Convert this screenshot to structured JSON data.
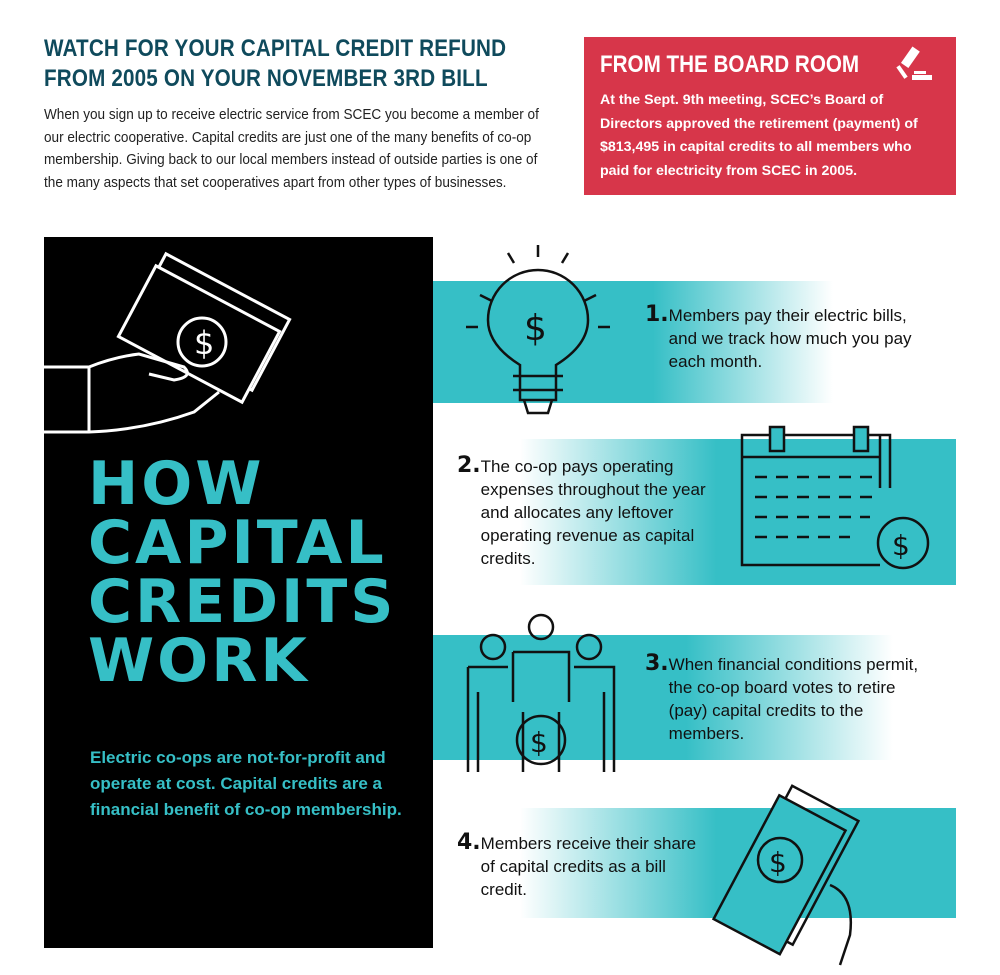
{
  "header": {
    "title": "WATCH FOR YOUR CAPITAL CREDIT REFUND FROM 2005 ON YOUR NOVEMBER 3RD BILL",
    "intro": "When you sign up to receive electric service from SCEC you become a member of our electric cooperative. Capital credits are just one of the many benefits of co-op membership. Giving back to our local members instead of outside parties is one of the many aspects that set cooperatives apart from other types of businesses."
  },
  "board": {
    "title": "FROM THE BOARD ROOM",
    "body_pre": "At the Sept. 9th meeting, SCEC’s Board of Directors approved the retirement (payment) of",
    "amount": "$813,495",
    "body_post": " in capital credits to all members who paid for electricity from SCEC in 2005.",
    "icon": "gavel-icon"
  },
  "panel": {
    "heading": [
      "HOW",
      "CAPITAL",
      "CREDITS",
      "WORK"
    ],
    "note": "Electric co-ops are not-for-profit and operate at cost. Capital credits are a financial benefit of co-op membership."
  },
  "steps": [
    {
      "num": "1.",
      "text": "Members pay their electric bills, and we track how much you pay each month.",
      "icon": "lightbulb-dollar-icon"
    },
    {
      "num": "2.",
      "text": "The co-op pays operating expenses throughout the year and allocates any leftover operating revenue as capital credits.",
      "icon": "calendar-dollar-icon"
    },
    {
      "num": "3.",
      "text": "When financial conditions permit, the co-op board votes to retire (pay) capital credits to the members.",
      "icon": "people-dollar-icon"
    },
    {
      "num": "4.",
      "text": "Members receive their share of capital credits as a bill credit.",
      "icon": "hand-money-icon"
    }
  ],
  "colors": {
    "teal": "#36bfc6",
    "red": "#d7364a",
    "title": "#0f4a5c",
    "panel": "#000000"
  }
}
